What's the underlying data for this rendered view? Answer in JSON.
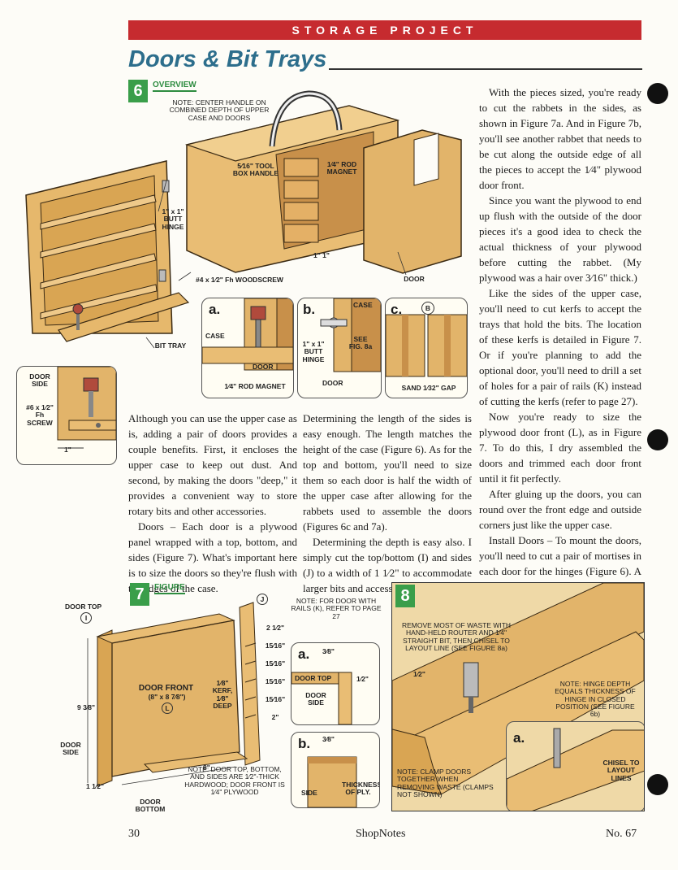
{
  "header": {
    "section": "STORAGE PROJECT",
    "title": "Doors & Bit Trays"
  },
  "fig6": {
    "number": "6",
    "tag": "OVERVIEW",
    "note": "NOTE: CENTER HANDLE ON COMBINED DEPTH OF UPPER CASE AND DOORS",
    "labels": {
      "handle": "5⁄16\" TOOL BOX HANDLE",
      "magnet": "1⁄4\" ROD MAGNET",
      "hinge": "1\" x 1\" BUTT HINGE",
      "woodscrew": "#4 x 1⁄2\" Fh WOODSCREW",
      "dim": "1\" 1\"",
      "door": "DOOR",
      "bit_tray": "BIT TRAY"
    },
    "detail_a": {
      "letter": "a.",
      "case": "CASE",
      "door": "DOOR",
      "magnet": "1⁄4\" ROD MAGNET"
    },
    "detail_b": {
      "letter": "b.",
      "case": "CASE",
      "see": "SEE FIG. 8a",
      "hinge": "1\" x 1\" BUTT HINGE",
      "door": "DOOR"
    },
    "detail_c": {
      "letter": "c.",
      "marker": "B",
      "gap": "SAND 1⁄32\" GAP"
    },
    "side_detail": {
      "door_side": "DOOR SIDE",
      "screw": "#6 x 1⁄2\" Fh SCREW",
      "dim": "1\""
    }
  },
  "col1": [
    "Although you can use the upper case as is, adding a pair of doors provides a couple benefits. First, it encloses the upper case to keep out dust. And second, by making the doors \"deep,\" it provides a convenient way to store rotary bits and other accessories.",
    "Doors – Each door is a plywood panel wrapped with a top, bottom, and sides (Figure 7). What's important here is to size the doors so they're flush with the edges of the case."
  ],
  "col2": [
    "Determining the length of the sides is easy enough. The length matches the height of the case (Figure 6). As for the top and bottom, you'll need to size them so each door is half the width of the upper case after allowing for the rabbets used to assemble the doors (Figures 6c and 7a).",
    "Determining the depth is easy also. I simply cut the top/bottom (I) and sides (J) to a width of 1 1⁄2\" to accommodate larger bits and accessories."
  ],
  "col3": [
    "With the pieces sized, you're ready to cut the rabbets in the sides, as shown in Figure 7a. And in Figure 7b, you'll see another rabbet that needs to be cut along the outside edge of all the pieces to accept the 1⁄4\" plywood door front.",
    "Since you want the plywood to end up flush with the outside of the door pieces it's a good idea to check the actual thickness of your plywood before cutting the rabbet. (My plywood was a hair over 3⁄16\" thick.)",
    "Like the sides of the upper case, you'll need to cut kerfs to accept the trays that hold the bits. The location of these kerfs is detailed in Figure 7. Or if you're planning to add the optional door, you'll need to drill a set of holes for a pair of rails (K) instead of cutting the kerfs (refer to page 27).",
    "Now you're ready to size the plywood door front (L), as in Figure 7. To do this, I dry assembled the doors and trimmed each door front until it fit perfectly.",
    "After gluing up the doors, you can round over the front edge and outside corners just like the upper case.",
    "Install Doors – To mount the doors, you'll need to cut a pair of mortises in each door for the hinges (Figure 6). A simple technique for removing most of the waste and then fine-tuning the fit is shown in Figures 8 and 8a. Then before installing the"
  ],
  "fig7": {
    "number": "7",
    "tag": "FIGURE",
    "labels": {
      "door_top": "DOOR TOP",
      "i": "I",
      "j": "J",
      "l": "L",
      "door_front": "DOOR FRONT",
      "door_front_dim": "(8\" x 8 7⁄8\")",
      "door_side": "DOOR SIDE",
      "door_bottom": "DOOR BOTTOM",
      "height": "9 3⁄8\"",
      "width": "8\"",
      "depth": "1 1⁄2\"",
      "kerf": "1⁄8\" KERF, 1⁄8\" DEEP",
      "spacings": [
        "2 1⁄2\"",
        "15⁄16\"",
        "15⁄16\"",
        "15⁄16\"",
        "15⁄16\"",
        "2\""
      ]
    },
    "note_bottom": "NOTE: DOOR TOP, BOTTOM, AND SIDES ARE 1⁄2\"-THICK HARDWOOD; DOOR FRONT IS 1⁄4\" PLYWOOD",
    "note_top": "NOTE: FOR DOOR WITH RAILS (K), REFER TO PAGE 27",
    "detail_a": {
      "letter": "a.",
      "dim1": "3⁄8\"",
      "dim2": "1⁄2\"",
      "door_top": "DOOR TOP",
      "door_side": "DOOR SIDE"
    },
    "detail_b": {
      "letter": "b.",
      "dim": "3⁄8\"",
      "side": "SIDE",
      "thick": "THICKNESS OF PLY."
    }
  },
  "fig8": {
    "number": "8",
    "remove": "REMOVE MOST OF WASTE WITH HAND-HELD ROUTER AND 1⁄4\" STRAIGHT BIT, THEN CHISEL TO LAYOUT LINE (SEE FIGURE 8a)",
    "dim": "1⁄2\"",
    "note_hinge": "NOTE: HINGE DEPTH EQUALS THICKNESS OF HINGE IN CLOSED POSITION (SEE FIGURE 6b)",
    "detail_letter": "a.",
    "chisel": "CHISEL TO LAYOUT LINES",
    "note_clamp": "NOTE: CLAMP DOORS TOGETHER WHEN REMOVING WASTE (CLAMPS NOT SHOWN)"
  },
  "footer": {
    "page": "30",
    "magazine": "ShopNotes",
    "issue": "No. 67"
  },
  "colors": {
    "header_red": "#c62b2f",
    "title_blue": "#2d6e8c",
    "badge_green": "#3a9e4a",
    "wood": "#e2b46a"
  }
}
